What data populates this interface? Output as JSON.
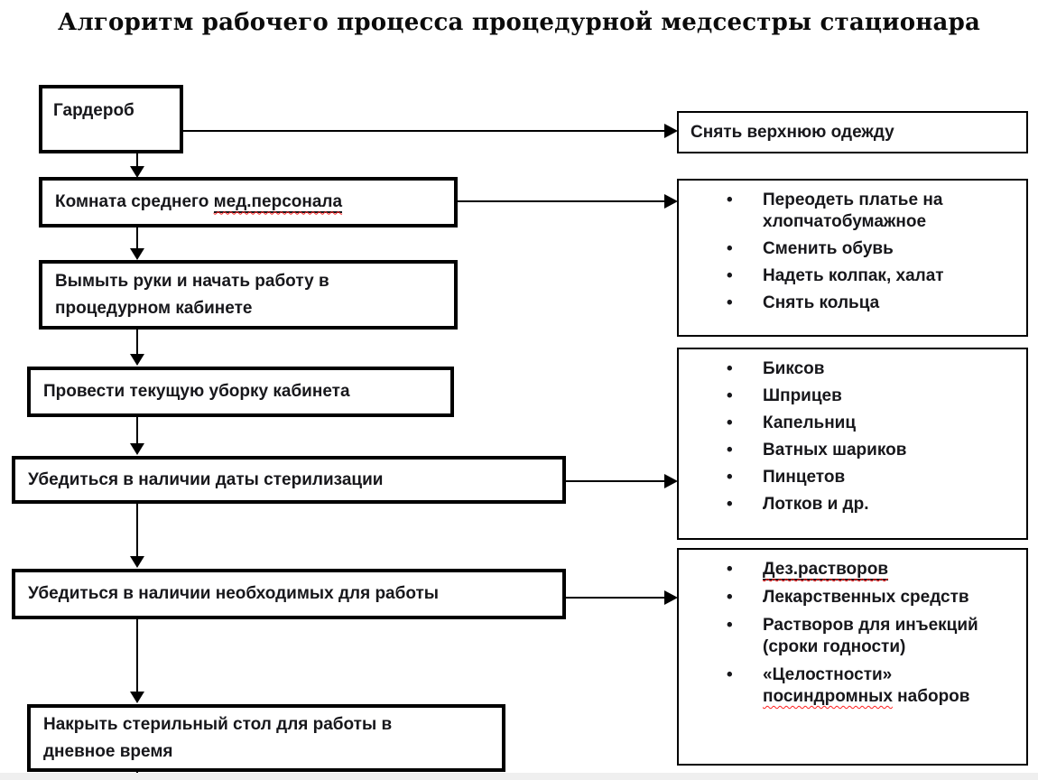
{
  "title": "Алгоритм рабочего процесса процедурной медсестры стационара",
  "glyphs": {
    "bullet": "•"
  },
  "colors": {
    "background": "#ffffff",
    "box_border": "#000000",
    "text": "#17171b",
    "spellcheck_underline": "#ff1f1f"
  },
  "flow": {
    "step1": {
      "label": "Гардероб"
    },
    "step2": {
      "prefix": "Комната среднего ",
      "misspelled": "мед.персонала"
    },
    "step3": {
      "label": "Вымыть руки и начать работу в процедурном кабинете"
    },
    "step4": {
      "label": "Провести текущую уборку кабинета"
    },
    "step5": {
      "label": "Убедиться в наличии даты стерилизации"
    },
    "step6": {
      "label": "Убедиться в наличии необходимых для работы"
    },
    "step7": {
      "label": "Накрыть стерильный стол для работы в дневное время"
    }
  },
  "notes": {
    "note1": {
      "text": "Снять верхнюю одежду"
    },
    "note2": {
      "items": [
        "Переодеть платье на хлопчатобумажное",
        "Сменить обувь",
        "Надеть колпак, халат",
        "Снять кольца"
      ]
    },
    "note3": {
      "items": [
        "Биксов",
        "Шприцев",
        "Капельниц",
        "Ватных шариков",
        "Пинцетов",
        "Лотков и др."
      ]
    },
    "note4": {
      "item1": {
        "text": "Дез.растворов"
      },
      "item2": {
        "text": "Лекарственных средств"
      },
      "item3": {
        "text": "Растворов для инъекций (сроки годности)"
      },
      "item4": {
        "prefix": "«Целостности»",
        "misspelled": "посиндромных",
        "suffix": " наборов"
      }
    }
  }
}
